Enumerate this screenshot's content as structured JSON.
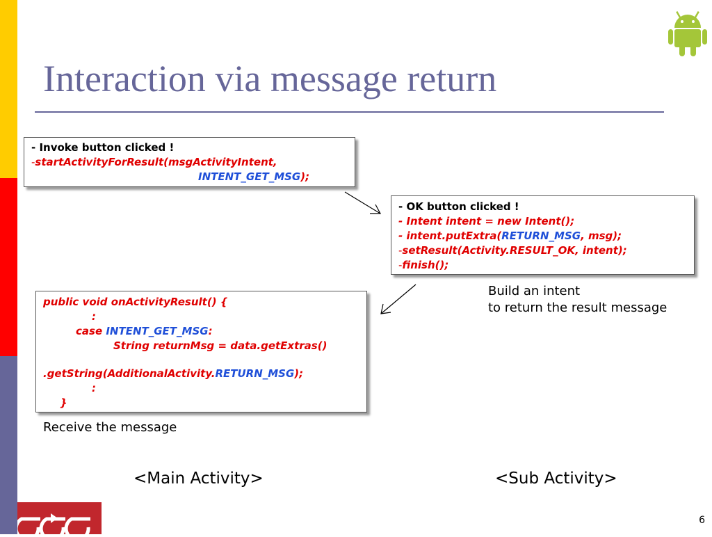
{
  "slide": {
    "title": "Interaction via message return",
    "page_number": "6",
    "colors": {
      "title": "#666699",
      "code_red": "#E00000",
      "code_blue": "#1F4FD8",
      "android_green": "#A4C639",
      "logo_red": "#C1272D"
    }
  },
  "box_main_invoke": {
    "l1": "-  Invoke button clicked !",
    "l2_dash": "-",
    "l2_code": "startActivityForResult(msgActivityIntent,",
    "l3_const": "INTENT_GET_MSG",
    "l3_tail": ");"
  },
  "box_sub_ok": {
    "l1": "- OK button clicked !",
    "l2": "- Intent intent = new Intent();",
    "l3_a": "- intent.putExtra(",
    "l3_const": "RETURN_MSG",
    "l3_b": ", msg);",
    "l4_dash": "-",
    "l4_code": "setResult(Activity.RESULT_OK, intent);",
    "l5_dash": "-",
    "l5_code": "finish();"
  },
  "box_main_result": {
    "l1": "public void onActivityResult() {",
    "l2": ":",
    "l3_case": "case ",
    "l3_const": "INTENT_GET_MSG",
    "l3_colon": ":",
    "l4": "String returnMsg = data.getExtras()",
    "l5_a": ".getString(AdditionalActivity.",
    "l5_const": "RETURN_MSG",
    "l5_b": ");",
    "l6": ":",
    "l7": "}"
  },
  "notes": {
    "build_1": "Build an intent",
    "build_2": "to return the result message",
    "receive": "Receive the message"
  },
  "labels": {
    "main": "<Main Activity>",
    "sub": "<Sub Activity>"
  },
  "icons": {
    "android": "android-robot-icon",
    "logo": "eee-logo"
  }
}
